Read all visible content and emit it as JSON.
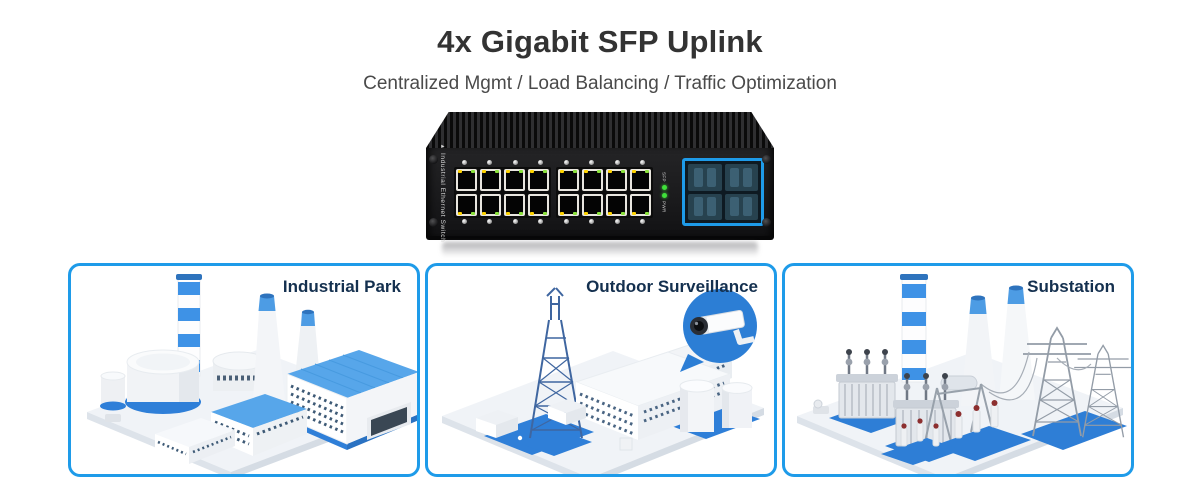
{
  "header": {
    "title": "4x Gigabit SFP Uplink",
    "subtitle": "Centralized Mgmt / Load Balancing / Traffic Optimization"
  },
  "switch": {
    "side_label_marker": "▸",
    "side_label": "Industrial Ethernet Switch",
    "led_labels": {
      "sfp": "SFP",
      "pwr": "PWR"
    },
    "rj45_ports_visible": 16,
    "sfp_ports_visible": 4
  },
  "cards": [
    {
      "label": "Industrial Park"
    },
    {
      "label": "Outdoor Surveillance"
    },
    {
      "label": "Substation"
    }
  ],
  "colors": {
    "card_border_blue": "#1e9be9",
    "card_label_navy": "#14304f",
    "illustration_blue": "#2f7fd8",
    "roof_blue": "#57a6ea",
    "sfp_highlight_blue": "#1e9be9",
    "led_green": "#3fe03a",
    "led_yellow": "#ffd400",
    "camera_bubble_blue": "#2c7ed5",
    "title_color": "#333333",
    "subtitle_color": "#4a4a4a"
  }
}
